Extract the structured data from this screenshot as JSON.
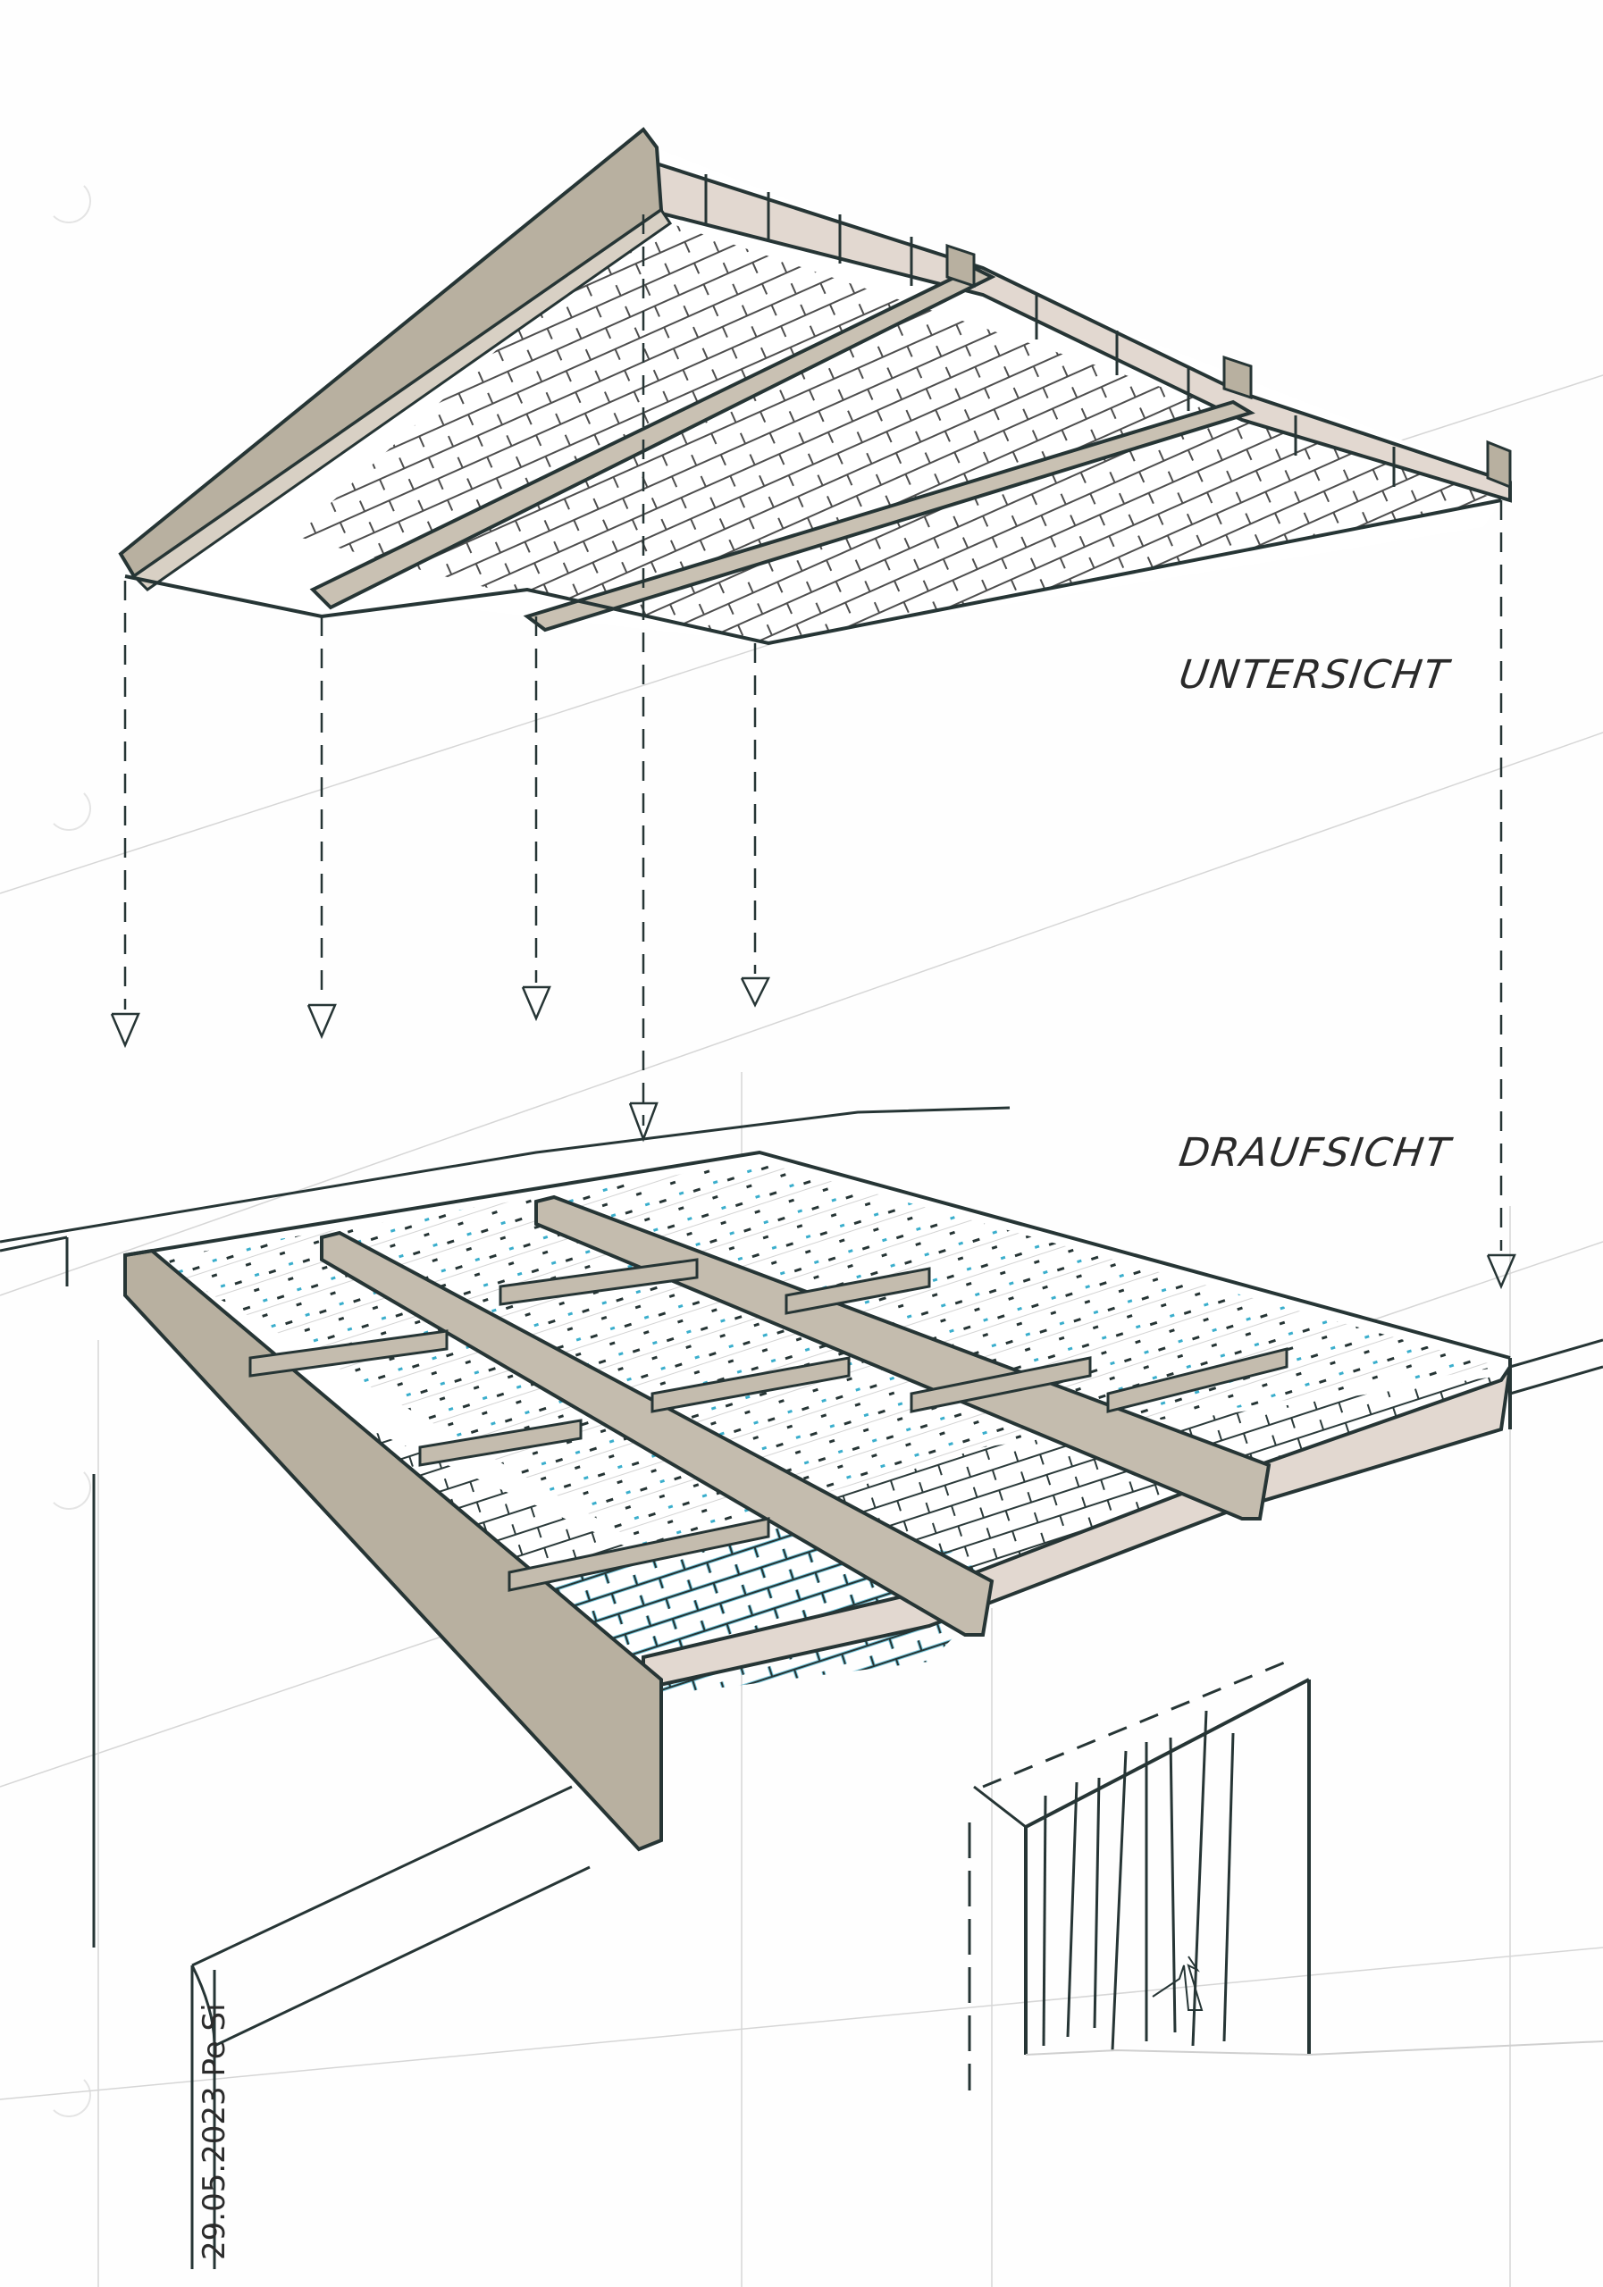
{
  "sheet": {
    "type": "architectural-sketch",
    "background": "#fefefe"
  },
  "labels": {
    "upper_view": "UNTERSICHT",
    "lower_view": "DRAUFSICHT"
  },
  "signature": {
    "text": "29.05.2023 Pe Si"
  },
  "colors": {
    "ink": "#263535",
    "beam_fill": "#b8b0a0",
    "beam_fill_light": "#d8d0c4",
    "tile_edge_fill": "#e2d8d0",
    "accent_blue": "#3aaecc",
    "construction_line": "#cfcfcf"
  },
  "elements": {
    "upper_roof": "roof-underside-view",
    "lower_roof": "roof-top-view",
    "projection_arrows": 6,
    "building": "wall-with-vertical-boards"
  }
}
